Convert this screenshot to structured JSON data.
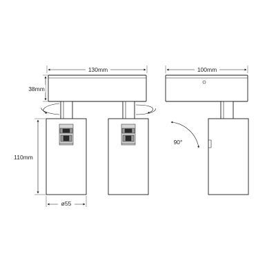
{
  "dimensions": {
    "front_width": "130mm",
    "side_width": "100mm",
    "base_height": "38mm",
    "head_height": "110mm",
    "head_diameter": "ø55",
    "tilt_angle": "90°"
  },
  "colors": {
    "line": "#1a1a1a",
    "text": "#222222",
    "background": "#ffffff"
  }
}
